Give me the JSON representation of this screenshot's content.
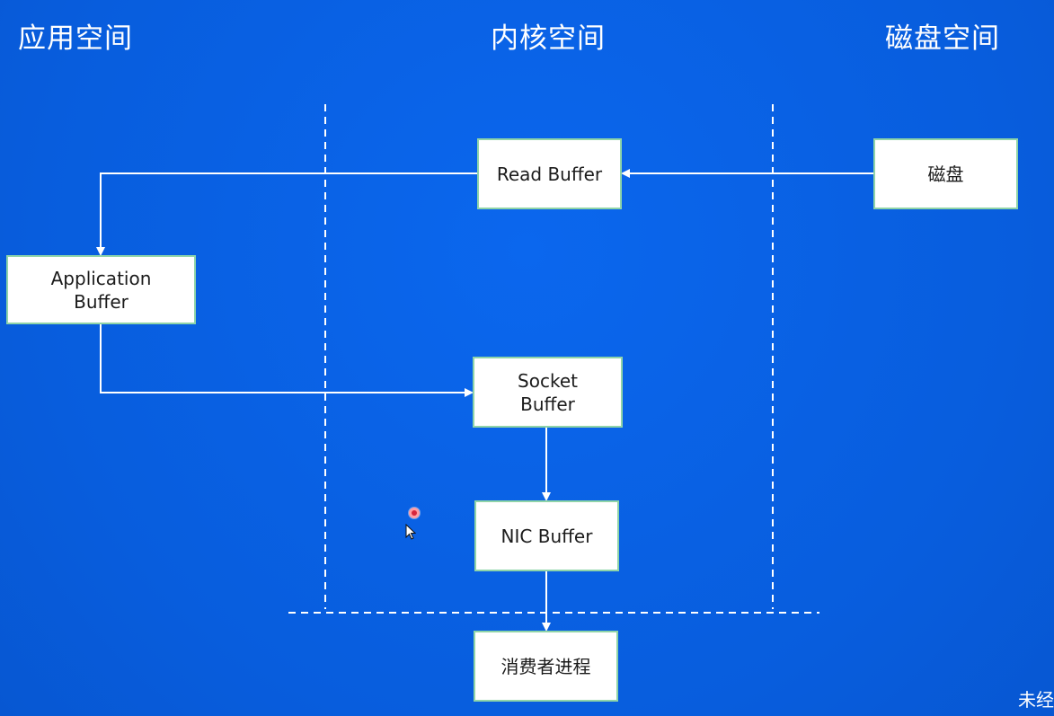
{
  "sections": {
    "app": "应用空间",
    "kernel": "内核空间",
    "disk": "磁盘空间"
  },
  "boxes": {
    "read_buffer": "Read Buffer",
    "disk": "磁盘",
    "application_buffer": "Application\nBuffer",
    "socket_buffer": "Socket\nBuffer",
    "nic_buffer": "NIC Buffer",
    "consumer_process": "消费者进程"
  },
  "corner_label": "未经",
  "colors": {
    "background": "#0a63e6",
    "box_fill": "#ffffff",
    "box_border": "#8fd4a8",
    "line": "#ffffff",
    "text": "#1b1b1b"
  },
  "icons": {
    "pointer": "mouse-pointer-icon",
    "indicator": "click-indicator-icon"
  }
}
